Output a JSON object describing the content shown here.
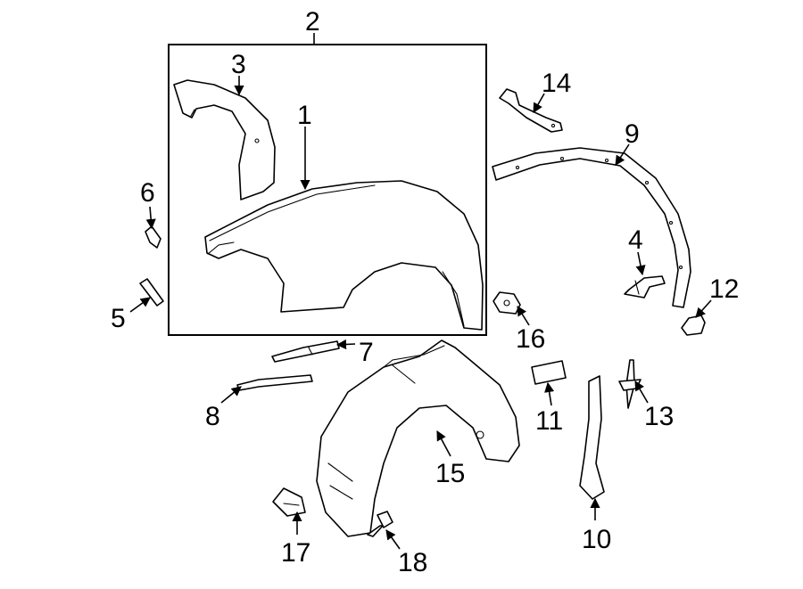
{
  "diagram": {
    "callouts": {
      "c1": "1",
      "c2": "2",
      "c3": "3",
      "c4": "4",
      "c5": "5",
      "c6": "6",
      "c7": "7",
      "c8": "8",
      "c9": "9",
      "c10": "10",
      "c11": "11",
      "c12": "12",
      "c13": "13",
      "c14": "14",
      "c15": "15",
      "c16": "16",
      "c17": "17",
      "c18": "18"
    },
    "colors": {
      "line": "#000000",
      "fill": "#ffffff",
      "background": "#ffffff"
    }
  }
}
